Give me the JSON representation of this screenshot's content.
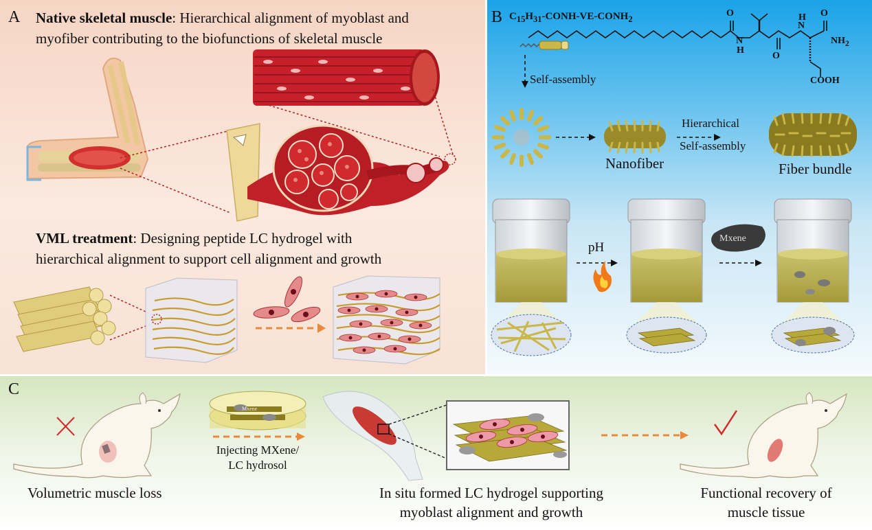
{
  "panel_a": {
    "letter": "A",
    "native_bold": "Native skeletal muscle",
    "native_rest": ": Hierarchical alignment of myoblast and",
    "native_line2": "myofiber contributing to the biofunctions of skeletal muscle",
    "vml_bold": "VML treatment",
    "vml_rest": ": Designing peptide LC hydrogel with",
    "vml_line2": "hierarchical alignment to support cell alignment and growth"
  },
  "panel_b": {
    "letter": "B",
    "formula_main": "C",
    "formula_sub1": "15",
    "formula_mid": "H",
    "formula_sub2": "31",
    "formula_rest": "-CONH-VE-CONH",
    "formula_sub3": "2",
    "atom_o1": "O",
    "atom_o2": "O",
    "atom_o3": "O",
    "atom_o4": "O",
    "atom_n1": "N",
    "atom_h1": "H",
    "atom_n2": "N",
    "atom_h2": "H",
    "atom_nh2": "NH",
    "atom_nh2_sub": "2",
    "atom_cooh": "COOH",
    "self_assembly": "Self-assembly",
    "nanofiber": "Nanofiber",
    "hierarchical_l1": "Hierarchical",
    "hierarchical_l2": "Self-assembly",
    "fiber_bundle": "Fiber bundle",
    "ph": "pH",
    "mxene": "Mxene"
  },
  "panel_c": {
    "letter": "C",
    "volumetric": "Volumetric muscle loss",
    "injecting_l1": "Injecting MXene/",
    "injecting_l2": "LC hydrosol",
    "insitu_l1": "In situ formed LC hydrogel supporting",
    "insitu_l2": "myoblast alignment and growth",
    "functional_l1": "Functional recovery of",
    "functional_l2": "muscle tissue",
    "mxene_tag": "Mxene"
  },
  "colors": {
    "panel_a_bg": "#f6d5c4",
    "panel_b_bg": "#1aa3e8",
    "panel_c_bg": "#d5e6c0",
    "muscle_red": "#c8202a",
    "fiber_gold": "#b8a83a",
    "arrow_orange": "#e88a3a"
  }
}
